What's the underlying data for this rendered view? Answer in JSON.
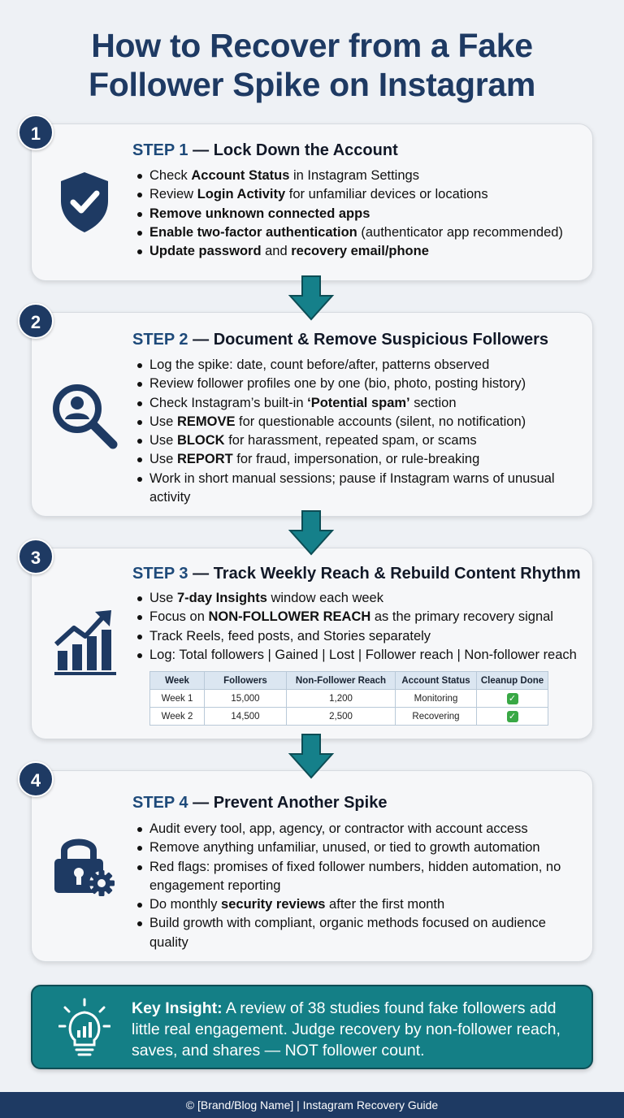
{
  "title": {
    "line1": "How to Recover from a Fake",
    "line2": "Follower Spike on Instagram"
  },
  "steps": [
    {
      "number": "1",
      "label": "STEP 1",
      "dash": " — ",
      "heading": "Lock Down the Account",
      "icon": "shield-check-icon",
      "bullets": [
        [
          {
            "t": "Check "
          },
          {
            "t": "Account Status",
            "b": true
          },
          {
            "t": " in Instagram Settings"
          }
        ],
        [
          {
            "t": "Review "
          },
          {
            "t": "Login Activity",
            "b": true
          },
          {
            "t": " for unfamiliar devices or locations"
          }
        ],
        [
          {
            "t": "Remove unknown connected apps",
            "b": true
          }
        ],
        [
          {
            "t": "Enable two-factor authentication",
            "b": true
          },
          {
            "t": " (authenticator app recommended)"
          }
        ],
        [
          {
            "t": "Update password",
            "b": true
          },
          {
            "t": " and "
          },
          {
            "t": "recovery email/phone",
            "b": true
          }
        ]
      ]
    },
    {
      "number": "2",
      "label": "STEP 2",
      "dash": " — ",
      "heading": "Document & Remove Suspicious Followers",
      "icon": "magnifier-user-icon",
      "bullets": [
        [
          {
            "t": "Log the spike: date, count before/after, patterns observed"
          }
        ],
        [
          {
            "t": "Review follower profiles one by one (bio, photo, posting history)"
          }
        ],
        [
          {
            "t": "Check Instagram’s built-in "
          },
          {
            "t": "‘Potential spam’",
            "b": true
          },
          {
            "t": " section"
          }
        ],
        [
          {
            "t": "Use "
          },
          {
            "t": "REMOVE",
            "b": true
          },
          {
            "t": " for questionable accounts (silent, no notification)"
          }
        ],
        [
          {
            "t": "Use "
          },
          {
            "t": "BLOCK",
            "b": true
          },
          {
            "t": " for harassment, repeated spam, or scams"
          }
        ],
        [
          {
            "t": "Use "
          },
          {
            "t": "REPORT",
            "b": true
          },
          {
            "t": " for fraud, impersonation, or rule-breaking"
          }
        ],
        [
          {
            "t": "Work in short manual sessions; pause if Instagram warns of unusual activity"
          }
        ]
      ]
    },
    {
      "number": "3",
      "label": "STEP 3",
      "dash": " — ",
      "heading": "Track Weekly Reach & Rebuild Content Rhythm",
      "icon": "growth-chart-icon",
      "bullets": [
        [
          {
            "t": "Use "
          },
          {
            "t": "7-day Insights",
            "b": true
          },
          {
            "t": " window each week"
          }
        ],
        [
          {
            "t": "Focus on "
          },
          {
            "t": "NON-FOLLOWER REACH",
            "b": true
          },
          {
            "t": " as the primary recovery signal"
          }
        ],
        [
          {
            "t": "Track Reels, feed posts, and Stories separately"
          }
        ],
        [
          {
            "t": "Log: Total followers | Gained | Lost | Follower reach | Non-follower reach"
          }
        ]
      ],
      "table": {
        "headers": [
          "Week",
          "Followers",
          "Non-Follower Reach",
          "Account Status",
          "Cleanup Done"
        ],
        "rows": [
          [
            "Week 1",
            "15,000",
            "1,200",
            "Monitoring",
            "✓"
          ],
          [
            "Week 2",
            "14,500",
            "2,500",
            "Recovering",
            "✓"
          ]
        ]
      }
    },
    {
      "number": "4",
      "label": "STEP 4",
      "dash": " — ",
      "heading": "Prevent Another Spike",
      "icon": "lock-gear-icon",
      "bullets": [
        [
          {
            "t": "Audit every tool, app, agency, or contractor with account access"
          }
        ],
        [
          {
            "t": "Remove anything unfamiliar, unused, or tied to growth automation"
          }
        ],
        [
          {
            "t": "Red flags: promises of fixed follower numbers, hidden automation, no engagement reporting"
          }
        ],
        [
          {
            "t": "Do monthly "
          },
          {
            "t": "security reviews",
            "b": true
          },
          {
            "t": " after the first month"
          }
        ],
        [
          {
            "t": "Build growth with compliant, organic methods focused on audience quality"
          }
        ]
      ]
    }
  ],
  "insight": {
    "icon": "lightbulb-icon",
    "lead": "Key Insight:",
    "text": " A review of 38 studies found fake followers add little real engagement. Judge recovery by non-follower reach, saves, and shares — NOT follower count."
  },
  "footer": "© [Brand/Blog Name] | Instagram Recovery Guide",
  "colors": {
    "navy": "#1e3a63",
    "teal": "#147f86",
    "arrow": "#15808a"
  }
}
